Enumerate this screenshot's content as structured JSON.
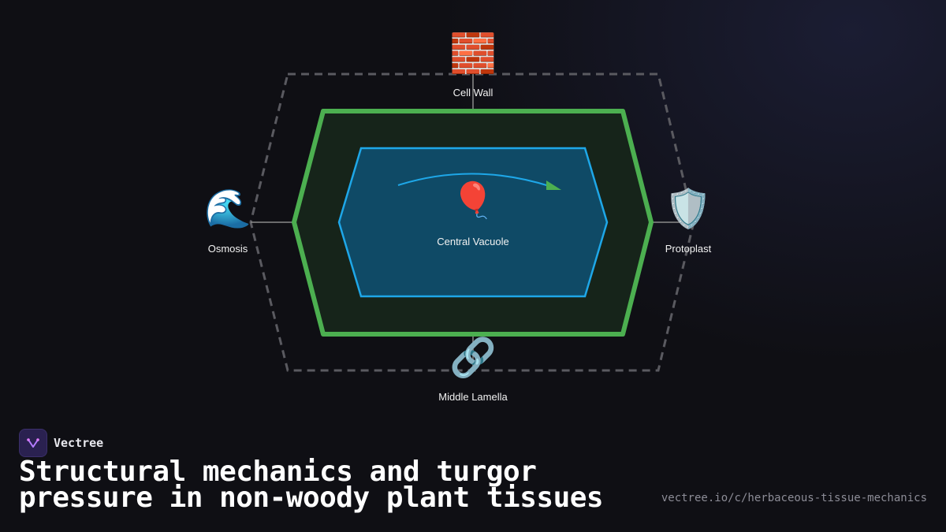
{
  "diagram": {
    "center": {
      "label": "Central Vacuole",
      "icon": "balloon-icon",
      "glyph": "🎈"
    },
    "nodes": {
      "top": {
        "label": "Cell Wall",
        "icon": "brick-icon",
        "glyph": "🧱"
      },
      "left": {
        "label": "Osmosis",
        "icon": "wave-icon",
        "glyph": "🌊"
      },
      "right": {
        "label": "Protoplast",
        "icon": "shield-icon",
        "glyph": "🛡️"
      },
      "bottom": {
        "label": "Middle Lamella",
        "icon": "link-icon",
        "glyph": "🔗"
      }
    },
    "colors": {
      "outer_dash": "#5a5a60",
      "wall_stroke": "#4caf50",
      "wall_fill": "#16241a",
      "vacuole_stroke": "#1ea7e8",
      "vacuole_fill": "#0f4a66",
      "arrow": "#1ea7e8",
      "arrowhead": "#4caf50"
    }
  },
  "brand": {
    "name": "Vectree"
  },
  "title": "Structural mechanics and turgor pressure in non-woody plant tissues",
  "url": "vectree.io/c/herbaceous-tissue-mechanics"
}
